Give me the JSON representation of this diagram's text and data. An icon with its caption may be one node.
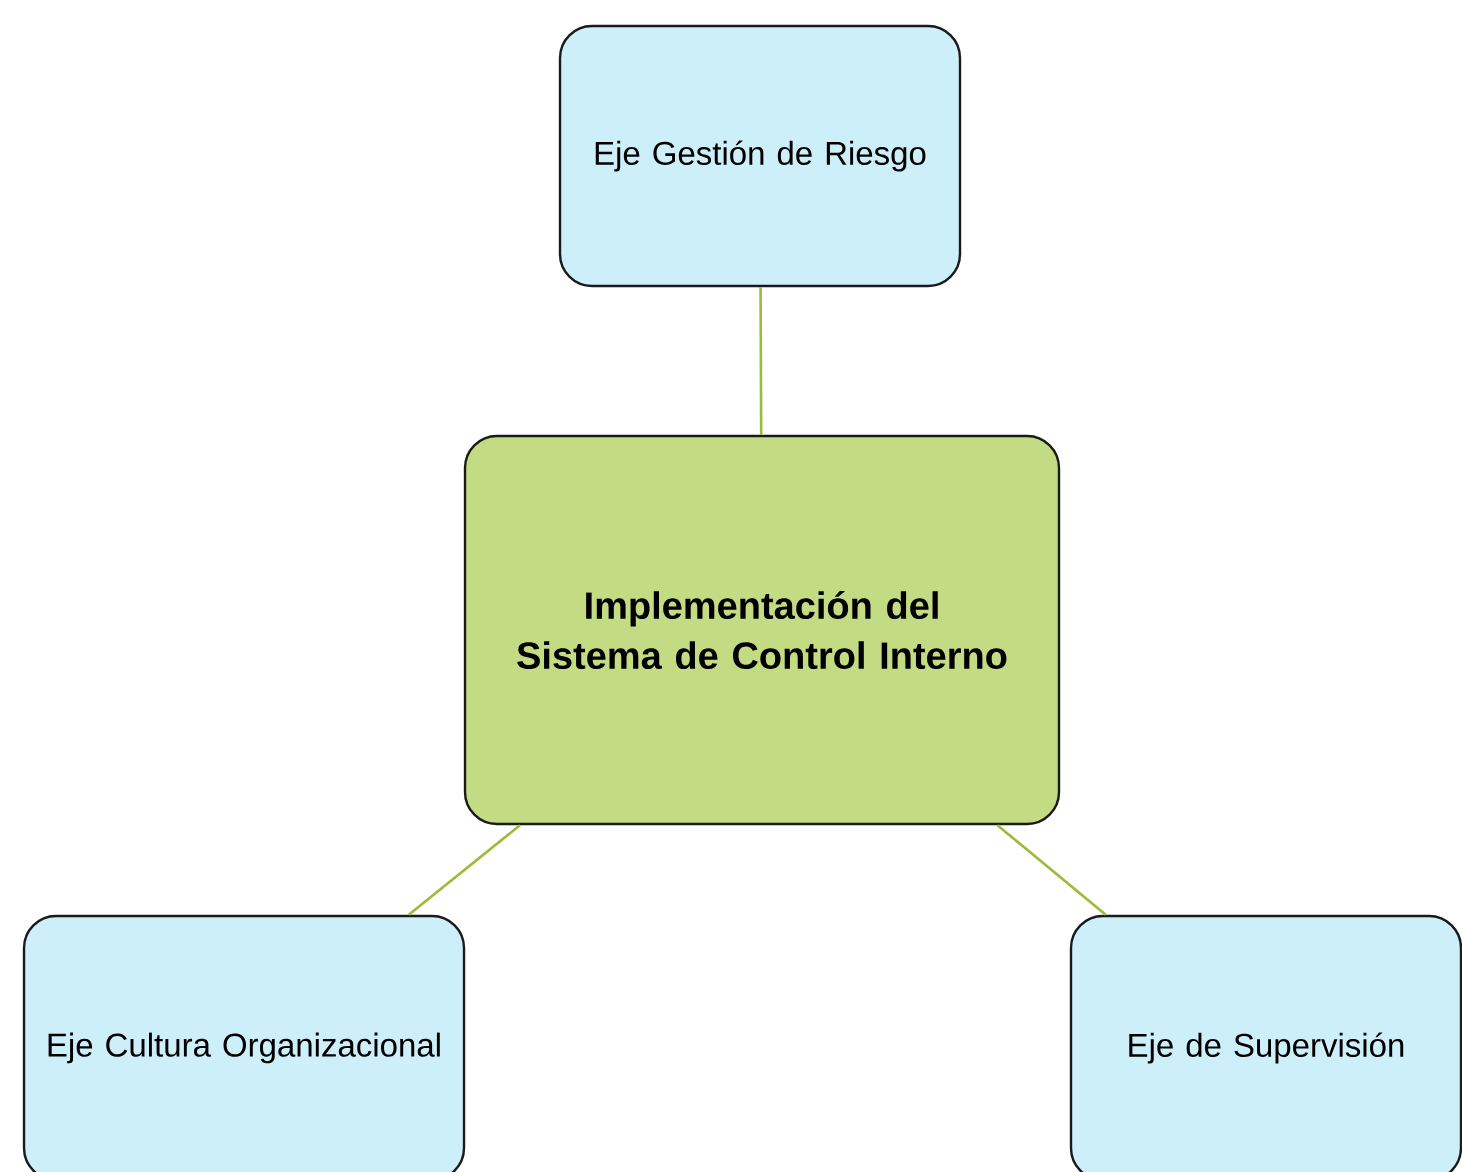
{
  "diagram": {
    "nodes": [
      {
        "text": [
          "Implementación del Sistema de Control Interno"
        ]
      },
      {
        "text": [
          "Eje Gestión de Riesgo"
        ]
      },
      {
        "text": [
          "Eje Cultura Organizacional"
        ]
      },
      {
        "text": [
          "Eje de Supervisión"
        ]
      }
    ],
    "edges": [
      {
        "from": 0,
        "to": 1,
        "arrow": "none"
      },
      {
        "from": 0,
        "to": 2,
        "arrow": "none"
      },
      {
        "from": 0,
        "to": 3,
        "arrow": "none"
      }
    ]
  }
}
